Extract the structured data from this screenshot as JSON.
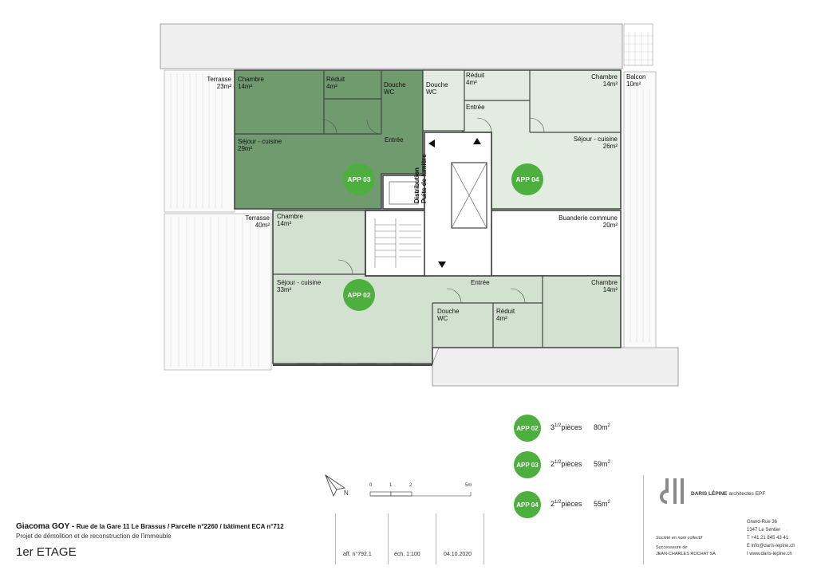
{
  "colors": {
    "app03": "#6f9b6f",
    "app02": "#d3e1d0",
    "app04": "#e2ece0",
    "badge": "#4caf3e",
    "wall": "#555555",
    "neighbor": "#eeeeee"
  },
  "rooms": {
    "terrasse_nw": {
      "name": "Terrasse",
      "area": "23m²"
    },
    "chambre_03": {
      "name": "Chambre",
      "area": "14m²"
    },
    "reduit_03": {
      "name": "Réduit",
      "area": "4m²"
    },
    "douche_03": {
      "name": "Douche",
      "sub": "WC"
    },
    "sejour_03": {
      "name": "Séjour - cuisine",
      "area": "29m²"
    },
    "entree_03": {
      "name": "Entrée"
    },
    "douche_04": {
      "name": "Douche",
      "sub": "WC"
    },
    "reduit_04": {
      "name": "Réduit",
      "area": "4m²"
    },
    "entree_04": {
      "name": "Entrée"
    },
    "chambre_04": {
      "name": "Chambre",
      "area": "14m²"
    },
    "balcon": {
      "name": "Balcon",
      "area": "10m²"
    },
    "sejour_04": {
      "name": "Séjour - cuisine",
      "area": "26m²"
    },
    "distribution": {
      "line1": "Distribution",
      "line2": "Puits de lumière"
    },
    "buanderie": {
      "name": "Buanderie commune",
      "area": "20m²"
    },
    "terrasse_sw": {
      "name": "Terrasse",
      "area": "40m²"
    },
    "chambre_02": {
      "name": "Chambre",
      "area": "14m²"
    },
    "sejour_02": {
      "name": "Séjour - cuisine",
      "area": "33m²"
    },
    "entree_02": {
      "name": "Entrée"
    },
    "douche_02": {
      "name": "Douche",
      "sub": "WC"
    },
    "reduit_02": {
      "name": "Réduit",
      "area": "4m²"
    },
    "chambre_02b": {
      "name": "Chambre",
      "area": "14m²"
    }
  },
  "badges": {
    "app03": "APP 03",
    "app04": "APP 04",
    "app02": "APP 02"
  },
  "legend": [
    {
      "badge": "APP 02",
      "pieces_int": "3",
      "pieces_frac": "1/2",
      "pieces_word": "pièces",
      "surface_num": "80m",
      "surface_exp": "2"
    },
    {
      "badge": "APP 03",
      "pieces_int": "2",
      "pieces_frac": "1/2",
      "pieces_word": "pièces",
      "surface_num": "59m",
      "surface_exp": "2"
    },
    {
      "badge": "APP 04",
      "pieces_int": "2",
      "pieces_frac": "1/2",
      "pieces_word": "pièces",
      "surface_num": "55m",
      "surface_exp": "2"
    }
  ],
  "scale": {
    "north": "N",
    "ticks": [
      "0",
      "1",
      "2",
      "5m"
    ]
  },
  "project": {
    "client": "Giacoma GOY -",
    "address": "Rue de la Gare 11 Le Brassus / Parcelle n°2260 / bâtiment ECA n°712",
    "description": "Projet de démolition et de reconstruction de l'immeuble",
    "floor": "1er ETAGE",
    "aff": "aff. n°792.1",
    "ech": "éch. 1:100",
    "date": "04.10.2020"
  },
  "firm": {
    "name": "DARIS LÉPINE",
    "subtitle": "architectes EPF",
    "collective": "Société en nom collectif",
    "successor": "Successeure de",
    "successor_name": "JEAN-CHARLES ROCHAT SA",
    "street": "Grand-Rue 36",
    "city": "1347 Le Sentier",
    "tel": "T  +41 21 845 43 41",
    "email": "E  info@daris-lepine.ch",
    "web": "I   www.daris-lepine.ch"
  }
}
